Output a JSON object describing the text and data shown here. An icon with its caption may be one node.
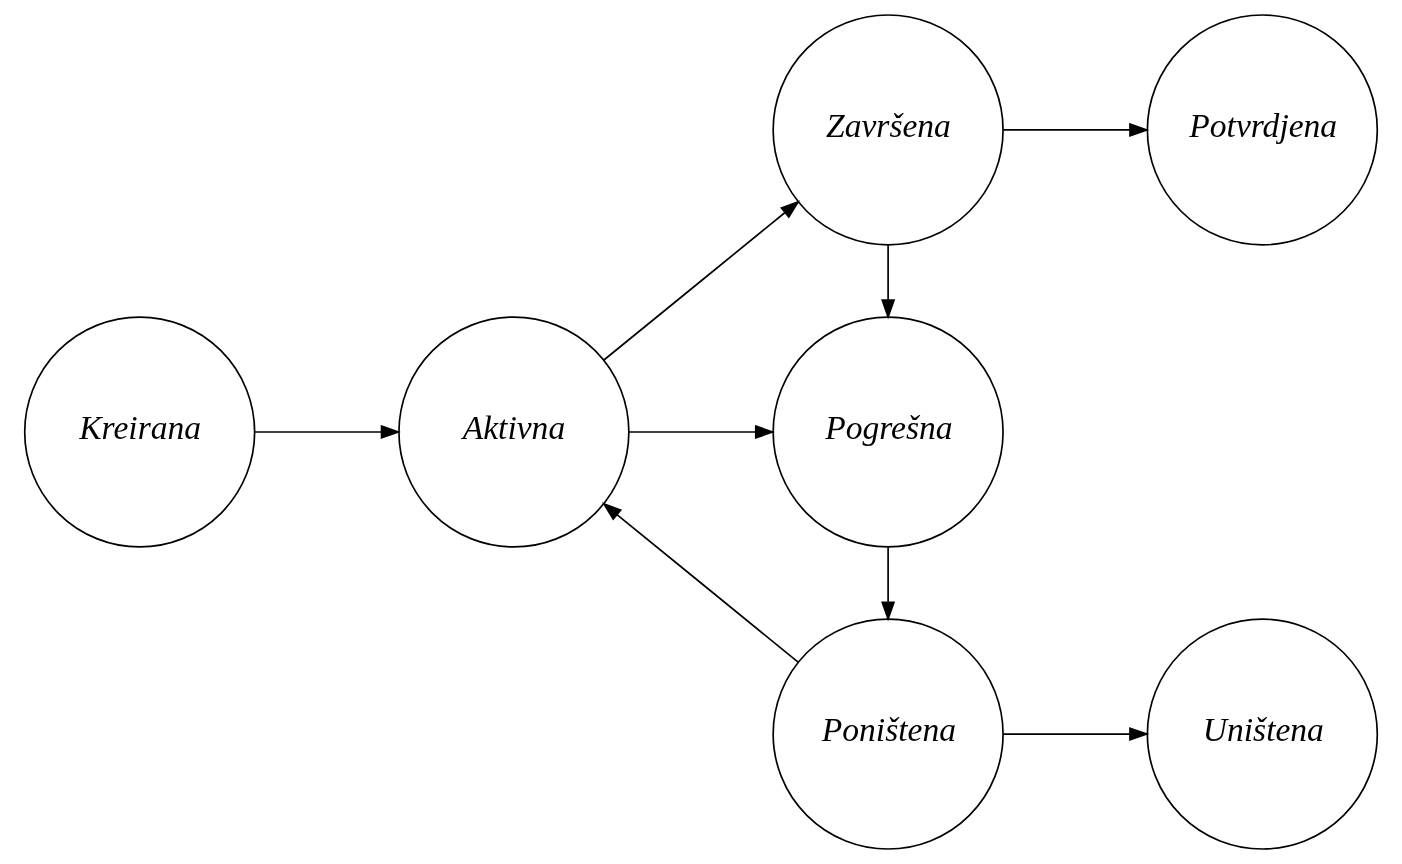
{
  "diagram": {
    "nodes": [
      {
        "text": [
          "Kreirana"
        ]
      },
      {
        "text": [
          "Aktivna"
        ]
      },
      {
        "text": [
          "Završena"
        ]
      },
      {
        "text": [
          "Potvrdjena"
        ]
      },
      {
        "text": [
          "Pogrešna"
        ]
      },
      {
        "text": [
          "Poništena"
        ]
      },
      {
        "text": [
          "Uništena"
        ]
      }
    ],
    "edges": [
      {
        "from": 0,
        "to": 1,
        "arrow": "to"
      },
      {
        "from": 1,
        "to": 2,
        "arrow": "to"
      },
      {
        "from": 2,
        "to": 3,
        "arrow": "to"
      },
      {
        "from": 2,
        "to": 4,
        "arrow": "to"
      },
      {
        "from": 1,
        "to": 4,
        "arrow": "to"
      },
      {
        "from": 4,
        "to": 5,
        "arrow": "to"
      },
      {
        "from": 5,
        "to": 1,
        "arrow": "to"
      },
      {
        "from": 5,
        "to": 6,
        "arrow": "to"
      }
    ]
  }
}
